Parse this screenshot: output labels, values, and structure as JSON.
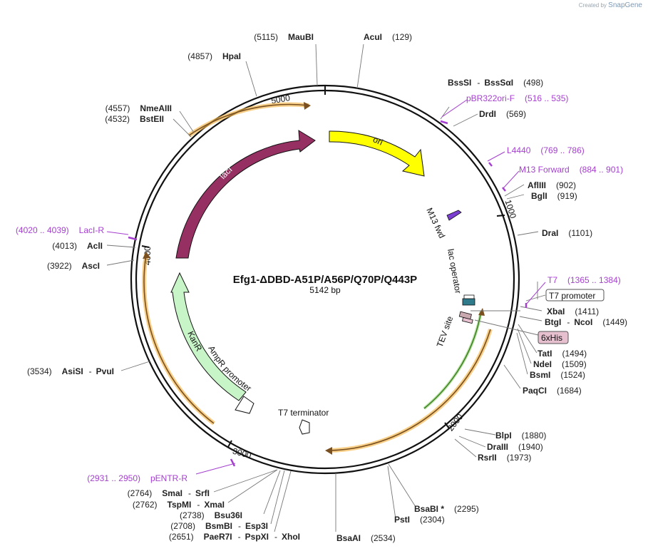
{
  "credit": {
    "prefix": "Created by",
    "brand": "SnapGene"
  },
  "plasmid": {
    "name": "Efg1-ΔDBD-A51P/A56P/Q70P/Q443P",
    "size_label": "5142 bp",
    "length": 5142
  },
  "ticks": [
    "1000",
    "2000",
    "3000",
    "4000",
    "5000"
  ],
  "colors": {
    "lacI": "#963062",
    "ori": "#ffff00",
    "kanR": "#c8f5c8",
    "orf": "#f5b74a",
    "green": "#6ec140",
    "primer": "#a53fd0",
    "lacOp": "#2f7b8c",
    "tev": "#c9a8b0"
  },
  "features": {
    "lacI": "lacI",
    "ori": "ori",
    "kanR": "KanR",
    "ampR_promoter": "AmpR promoter",
    "t7_terminator": "T7 terminator",
    "m13_fwd": "M13 fwd",
    "lac_operator": "lac operator",
    "tev_site": "TEV site",
    "t7_promoter": "T7 promoter",
    "his_tag": "6xHis"
  },
  "sites": {
    "acuI": {
      "name": "AcuI",
      "pos": "(129)"
    },
    "bssSI": {
      "name": "BssSI",
      "name2": "BssSαI",
      "pos": "(498)"
    },
    "drdI": {
      "name": "DrdI",
      "pos": "(569)"
    },
    "aflIII": {
      "name": "AflIII",
      "pos": "(902)"
    },
    "bglI": {
      "name": "BglI",
      "pos": "(919)"
    },
    "draI": {
      "name": "DraI",
      "pos": "(1101)"
    },
    "xbaI": {
      "name": "XbaI",
      "pos": "(1411)"
    },
    "btgI": {
      "name": "BtgI",
      "name2": "NcoI",
      "pos": "(1449)"
    },
    "tatI": {
      "name": "TatI",
      "pos": "(1494)"
    },
    "ndeI": {
      "name": "NdeI",
      "pos": "(1509)"
    },
    "bsmI": {
      "name": "BsmI",
      "pos": "(1524)"
    },
    "paqCI": {
      "name": "PaqCI",
      "pos": "(1684)"
    },
    "blpI": {
      "name": "BlpI",
      "pos": "(1880)"
    },
    "draIII": {
      "name": "DraIII",
      "pos": "(1940)"
    },
    "rsrII": {
      "name": "RsrII",
      "pos": "(1973)"
    },
    "bsaBI": {
      "name": "BsaBI *",
      "pos": "(2295)"
    },
    "pstI": {
      "name": "PstI",
      "pos": "(2304)"
    },
    "bsaAI": {
      "name": "BsaAI",
      "pos": "(2534)"
    },
    "paeR7I": {
      "pos": "(2651)",
      "name": "PaeR7I",
      "name2": "PspXI",
      "name3": "XhoI"
    },
    "bsmBI": {
      "pos": "(2708)",
      "name": "BsmBI",
      "name2": "Esp3I"
    },
    "bsu36I": {
      "pos": "(2738)",
      "name": "Bsu36I"
    },
    "tspMI": {
      "pos": "(2762)",
      "name": "TspMI",
      "name2": "XmaI"
    },
    "smaI": {
      "pos": "(2764)",
      "name": "SmaI",
      "name2": "SrfI"
    },
    "asiSI": {
      "pos": "(3534)",
      "name": "AsiSI",
      "name2": "PvuI"
    },
    "ascI": {
      "pos": "(3922)",
      "name": "AscI"
    },
    "aclI": {
      "pos": "(4013)",
      "name": "AclI"
    },
    "bstEII": {
      "pos": "(4532)",
      "name": "BstEII"
    },
    "nmeAIII": {
      "pos": "(4557)",
      "name": "NmeAIII"
    },
    "hpaI": {
      "pos": "(4857)",
      "name": "HpaI"
    },
    "mauBI": {
      "pos": "(5115)",
      "name": "MauBI"
    }
  },
  "primers": {
    "pbr322": {
      "name": "pBR322ori-F",
      "range": "(516 .. 535)"
    },
    "l4440": {
      "name": "L4440",
      "range": "(769 .. 786)"
    },
    "m13fwd": {
      "name": "M13 Forward",
      "range": "(884 .. 901)"
    },
    "t7": {
      "name": "T7",
      "range": "(1365 .. 1384)"
    },
    "pentr": {
      "range": "(2931 .. 2950)",
      "name": "pENTR-R"
    },
    "laciR": {
      "range": "(4020 .. 4039)",
      "name": "LacI-R"
    }
  }
}
